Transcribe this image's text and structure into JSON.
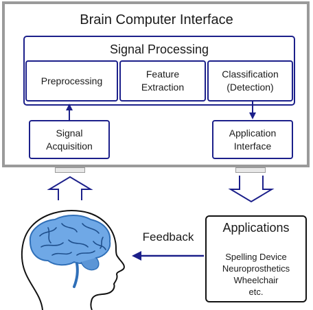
{
  "title": "Brain Computer Interface",
  "signal_processing": {
    "title": "Signal Processing",
    "preprocessing": "Preprocessing",
    "feature_line1": "Feature",
    "feature_line2": "Extraction",
    "classification_line1": "Classification",
    "classification_line2": "(Detection)"
  },
  "acquisition": {
    "line1": "Signal",
    "line2": "Acquisition"
  },
  "app_interface": {
    "line1": "Application",
    "line2": "Interface"
  },
  "feedback": "Feedback",
  "applications": {
    "title": "Applications",
    "items": [
      "Spelling Device",
      "Neuroprosthetics",
      "Wheelchair",
      "etc."
    ]
  },
  "colors": {
    "box_border": "#1b1f8a",
    "arrow": "#1b1f8a",
    "frame": "#9a9a9a",
    "brain": "#4a8fd6"
  }
}
